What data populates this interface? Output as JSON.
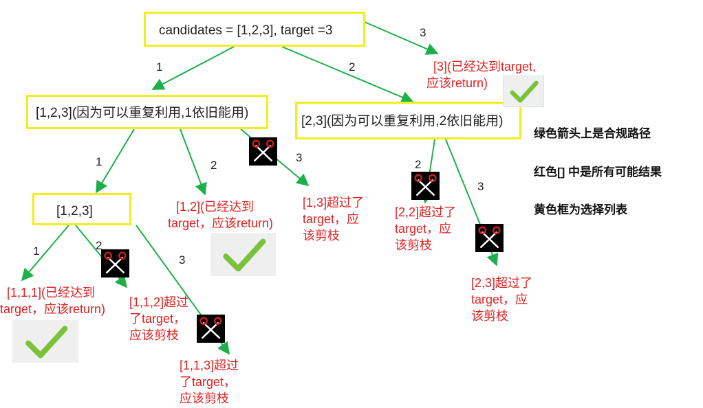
{
  "nodes": {
    "root": "candidates = [1,2,3], target =3",
    "n1": "[1,2,3](因为可以重复利用,1依旧能用)",
    "n2": "[2,3](因为可以重复利用,2依旧能用)",
    "n11": "[1,2,3]"
  },
  "edge_labels": {
    "root_1": "1",
    "root_2": "2",
    "root_3": "3",
    "n1_1": "1",
    "n1_2": "2",
    "n1_3": "3",
    "n11_1": "1",
    "n11_2": "2",
    "n11_3": "3",
    "n2_2": "2",
    "n2_3": "3"
  },
  "results": {
    "r3": [
      "[3](已经达到target,",
      "应该return)"
    ],
    "r12": [
      "[1,2](已经达到",
      "target，应该return)"
    ],
    "r13": [
      "[1,3]超过了",
      "target，应",
      "该剪枝"
    ],
    "r111": [
      "[1,1,1](已经达到",
      "target，应该return)"
    ],
    "r112": [
      "[1,1,2]超过",
      "了target，",
      "应该剪枝"
    ],
    "r113": [
      "[1,1,3]超过",
      "了target，",
      "应该剪枝"
    ],
    "r22": [
      "[2,2]超过了",
      "target，应",
      "该剪枝"
    ],
    "r23": [
      "[2,3]超过了",
      "target，应",
      "该剪枝"
    ]
  },
  "legend": {
    "line1": "绿色箭头上是合规路径",
    "line2": "红色[] 中是所有可能结果",
    "line3": "黄色框为选择列表"
  },
  "colors": {
    "arrow": "#1db04a",
    "result_text": "#e02020",
    "box_border": "#f2ee1b",
    "check": "#7ac23a",
    "scissors": "#c81f1f"
  },
  "icons": {
    "check": "check-icon",
    "scissors": "scissors-icon"
  }
}
